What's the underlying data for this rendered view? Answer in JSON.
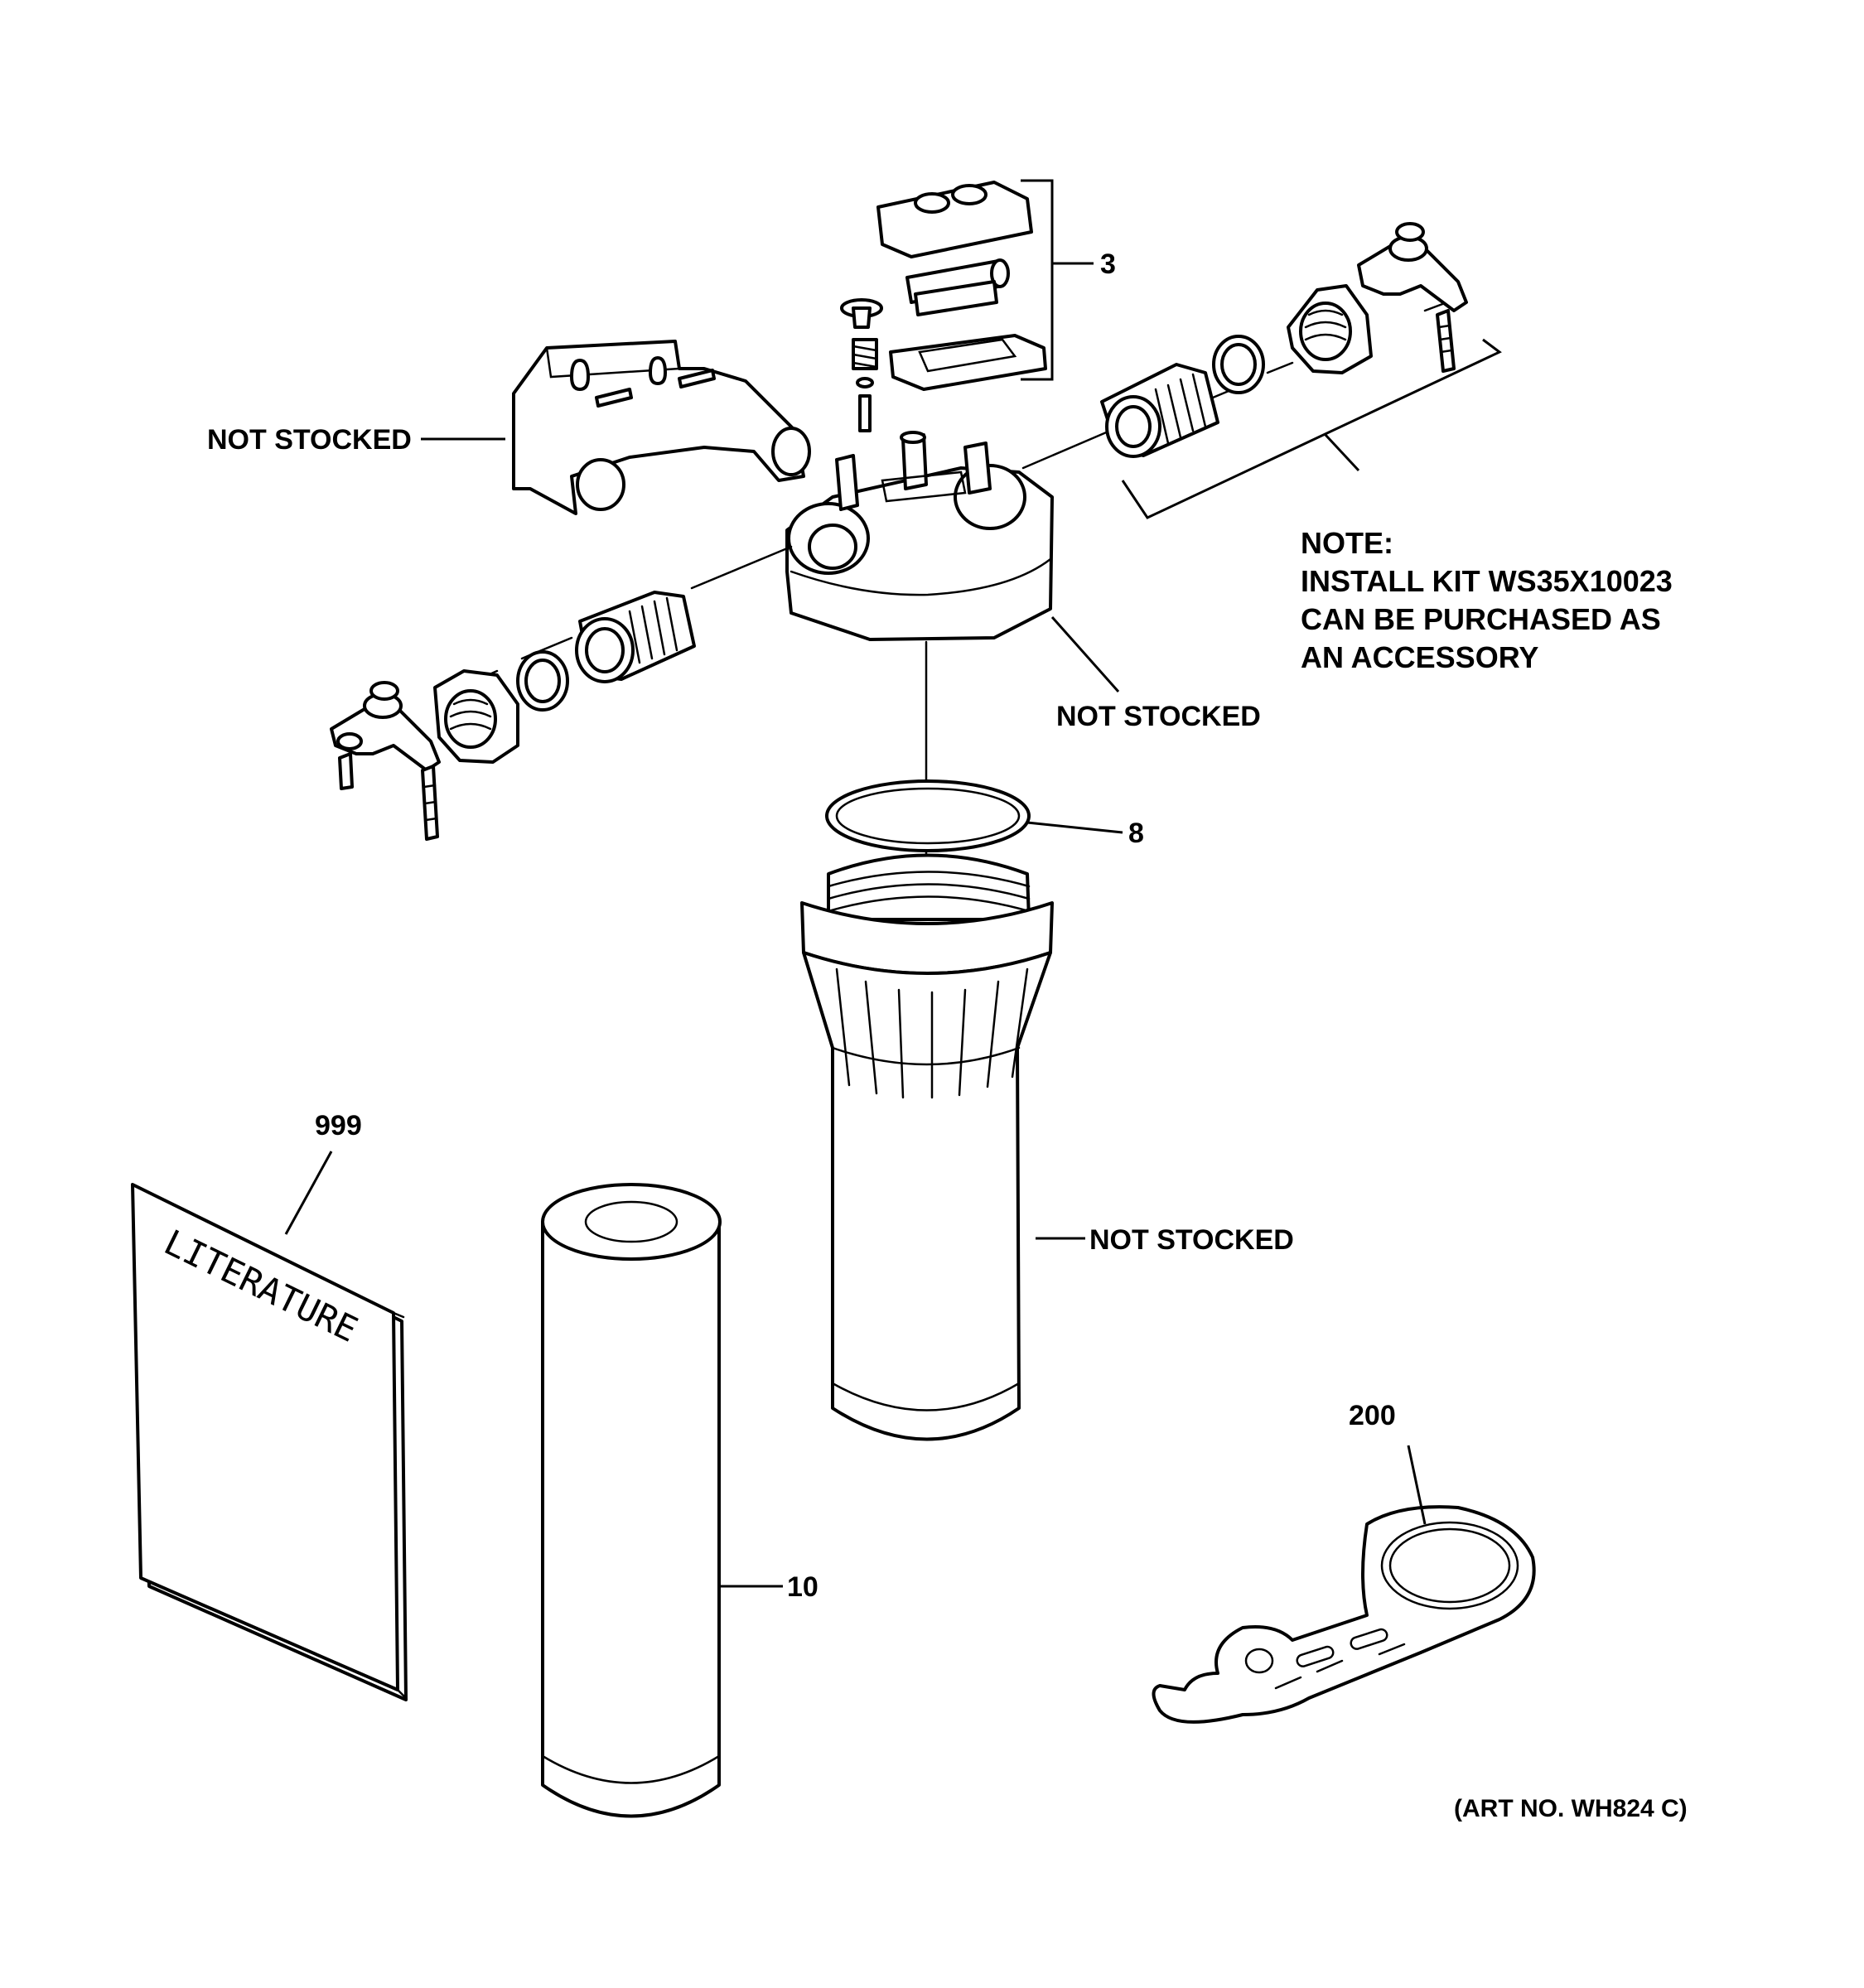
{
  "labels": {
    "kit_number": "3",
    "not_stocked_bracket": "NOT STOCKED",
    "note_title": "NOTE:",
    "note_line1": "INSTALL KIT WS35X10023",
    "note_line2": "CAN BE PURCHASED AS",
    "note_line3": "AN ACCESSORY",
    "not_stocked_head": "NOT STOCKED",
    "oring_number": "8",
    "literature_number": "999",
    "literature_cover": "LITERATURE",
    "not_stocked_housing": "NOT STOCKED",
    "wrench_number": "200",
    "cartridge_number": "10",
    "art_number": "(ART NO. WH824 C)"
  }
}
